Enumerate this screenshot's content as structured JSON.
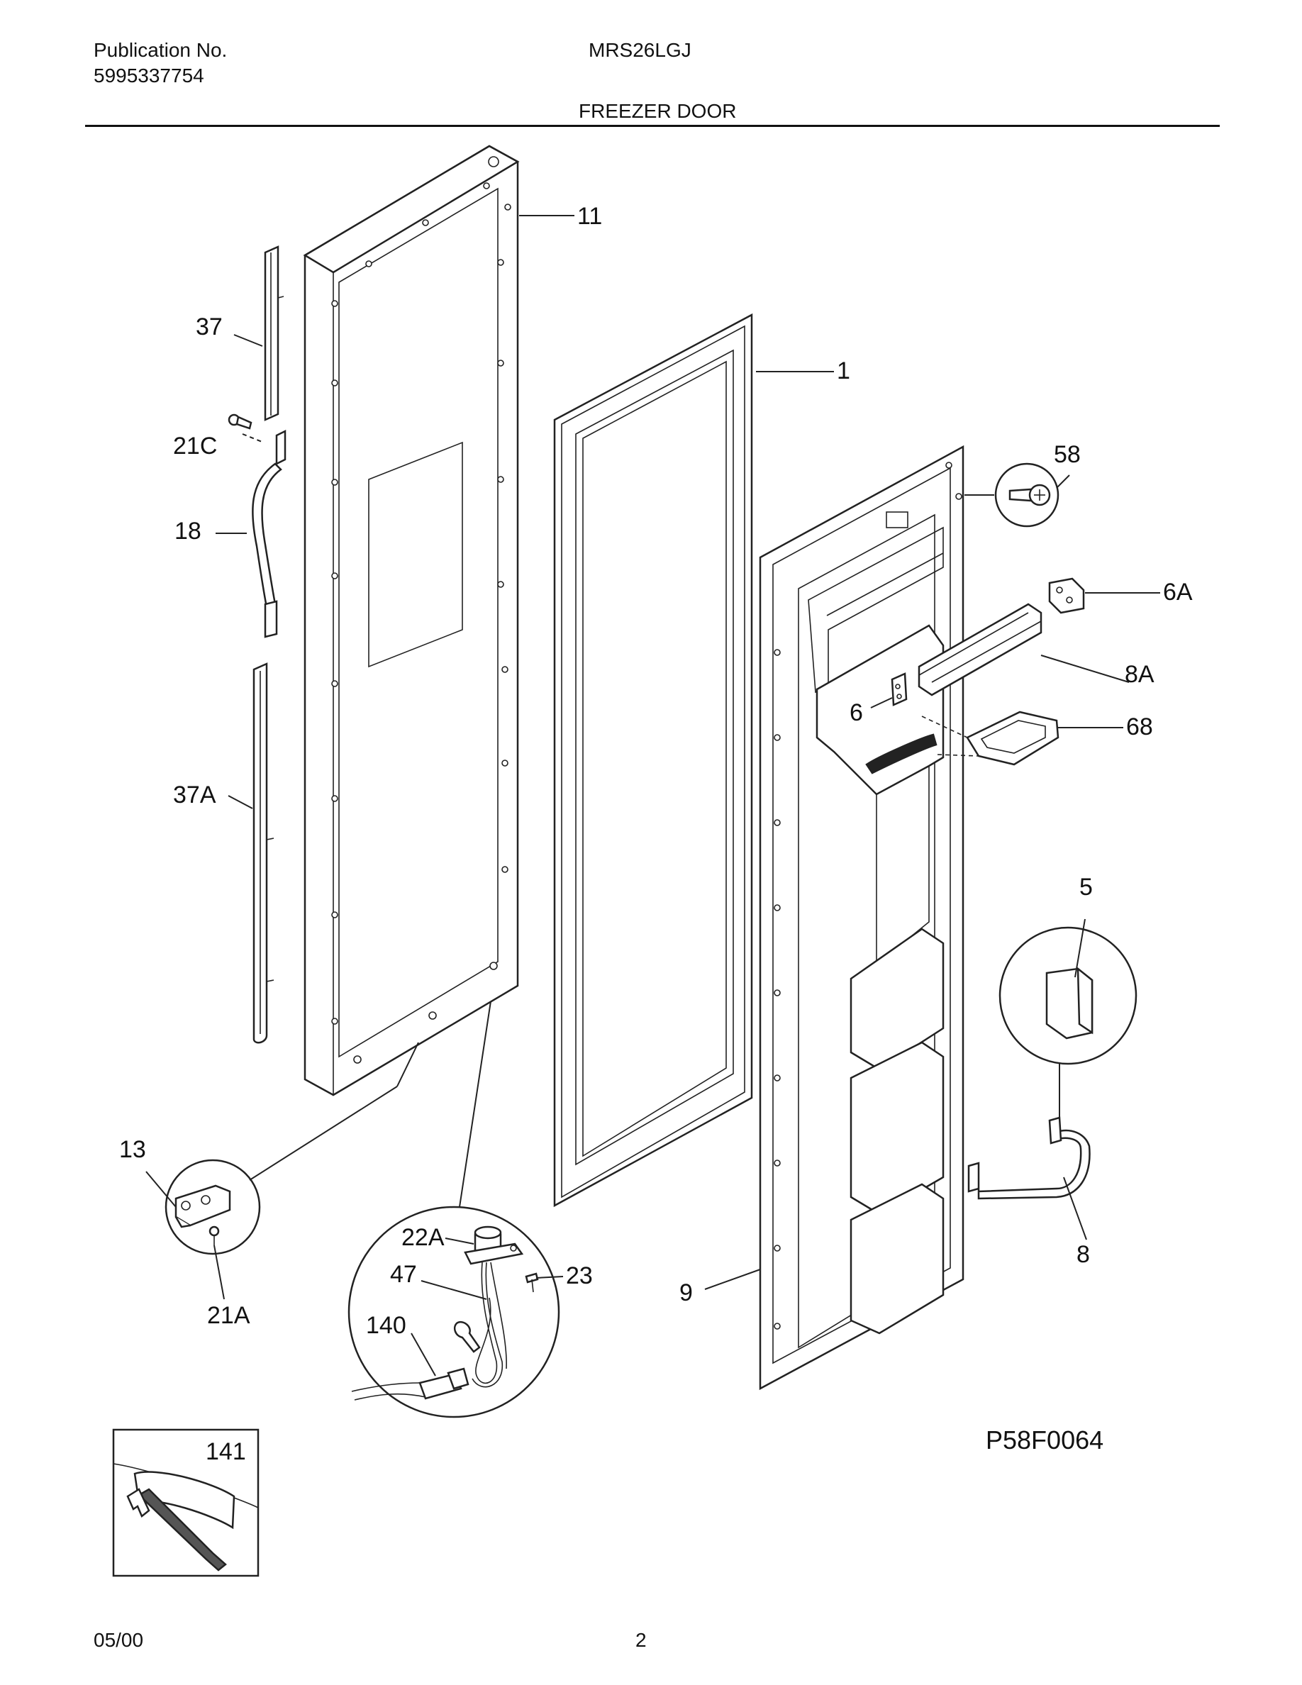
{
  "header": {
    "publication_label": "Publication No.",
    "publication_number": "5995337754",
    "model": "MRS26LGJ",
    "section_title": "FREEZER DOOR"
  },
  "callouts": {
    "p11": "11",
    "p1": "1",
    "p37": "37",
    "p21c": "21C",
    "p18": "18",
    "p37a": "37A",
    "p58": "58",
    "p6a": "6A",
    "p8a": "8A",
    "p6": "6",
    "p68": "68",
    "p5": "5",
    "p13": "13",
    "p21a": "21A",
    "p22a": "22A",
    "p47": "47",
    "p23": "23",
    "p140": "140",
    "p9": "9",
    "p8": "8",
    "p141": "141"
  },
  "diagram_id": "P58F0064",
  "footer": {
    "date": "05/00",
    "page": "2"
  }
}
